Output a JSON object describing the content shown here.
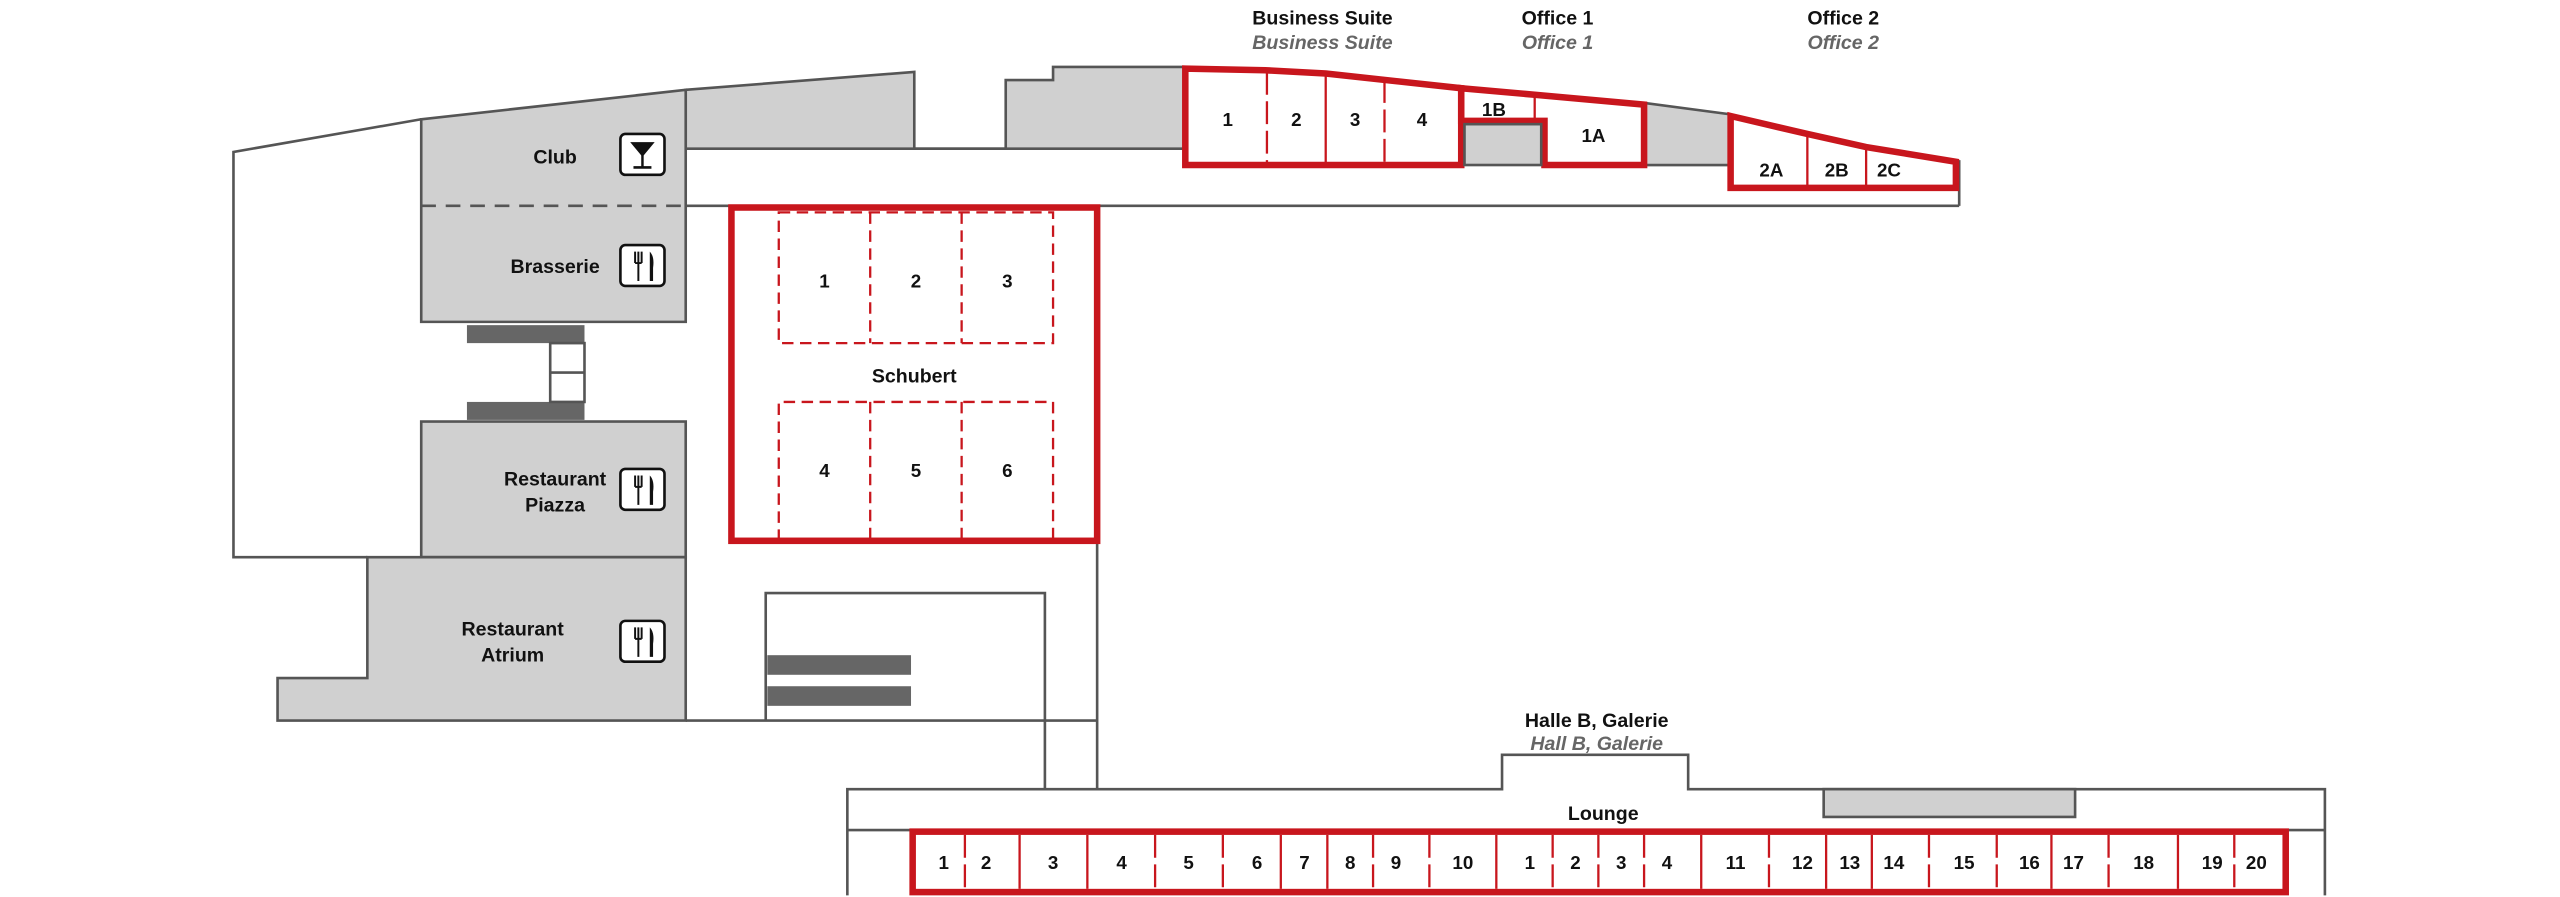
{
  "colors": {
    "venue_outline": "#c8161d",
    "wall": "#555555",
    "service_area": "#d0d0d0"
  },
  "top_labels": {
    "business_suite": {
      "name": "Business Suite",
      "name_en": "Business Suite"
    },
    "office_1": {
      "name": "Office 1",
      "name_en": "Office 1"
    },
    "office_2": {
      "name": "Office 2",
      "name_en": "Office 2"
    }
  },
  "business_suite_rooms": [
    "1",
    "2",
    "3",
    "4"
  ],
  "office_1_rooms": [
    "1B",
    "1A"
  ],
  "office_2_rooms": [
    "2A",
    "2B",
    "2C"
  ],
  "venues": {
    "club": {
      "name": "Club",
      "icon": "cocktail-glass-icon"
    },
    "brasserie": {
      "name": "Brasserie",
      "icon": "fork-knife-icon"
    },
    "restaurant_piazza": {
      "line1": "Restaurant",
      "line2": "Piazza",
      "icon": "fork-knife-icon"
    },
    "restaurant_atrium": {
      "line1": "Restaurant",
      "line2": "Atrium",
      "icon": "fork-knife-icon"
    }
  },
  "schubert": {
    "name": "Schubert",
    "rooms": [
      "1",
      "2",
      "3",
      "4",
      "5",
      "6"
    ]
  },
  "halle_b": {
    "name": "Halle B, Galerie",
    "name_en": "Hall B, Galerie"
  },
  "lounge": {
    "name": "Lounge",
    "booths": [
      "1",
      "2",
      "3",
      "4",
      "5",
      "6",
      "7",
      "8",
      "9",
      "10",
      "1",
      "2",
      "3",
      "4",
      "11",
      "12",
      "13",
      "14",
      "15",
      "16",
      "17",
      "18",
      "19",
      "20"
    ]
  }
}
